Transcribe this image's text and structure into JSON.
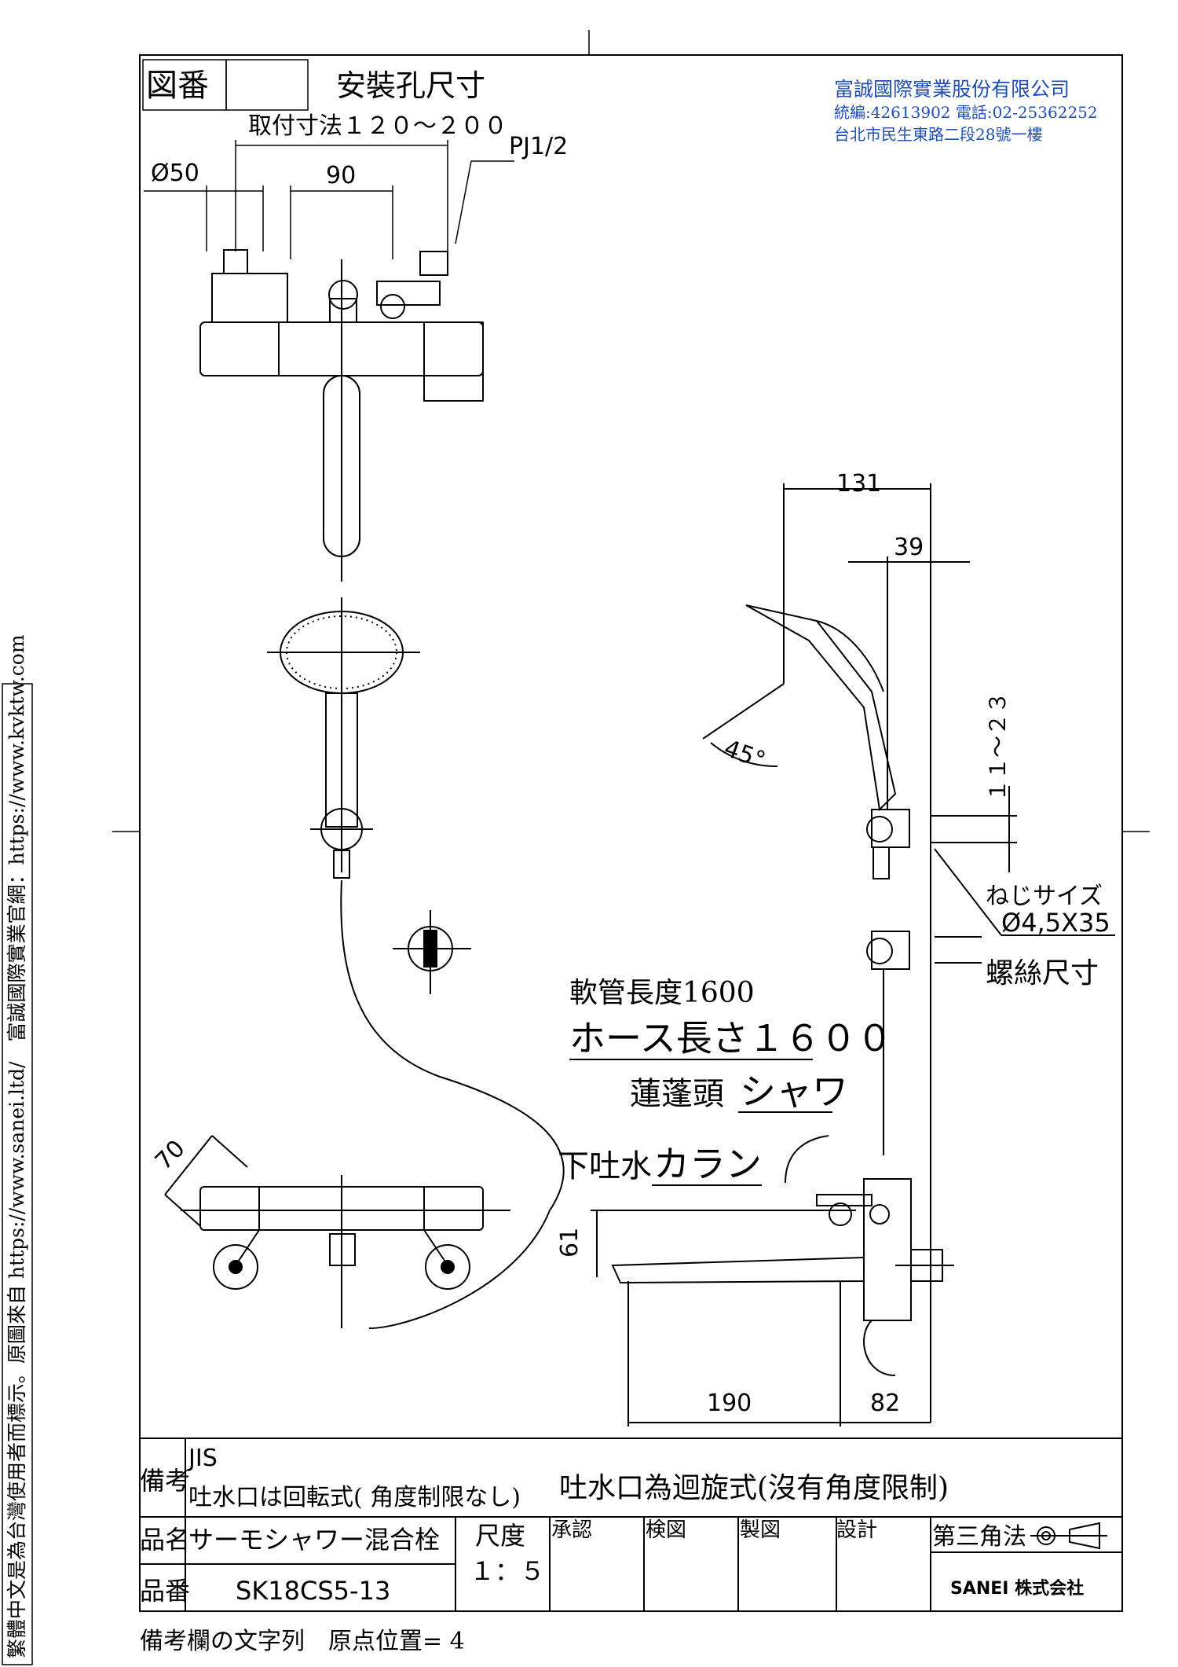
{
  "header": {
    "zuban_label": "図番",
    "title": "安裝孔尺寸",
    "company_name": "富誠國際實業股份有限公司",
    "company_line2": "統編:42613902 電話:02-25362252",
    "company_line3": "台北市民生東路二段28號一樓"
  },
  "dimensions": {
    "mount_range": "取付寸法１２０～２００",
    "pj": "PJ1/2",
    "phi50": "Ø50",
    "d90": "90",
    "d131": "131",
    "d39": "39",
    "angle45": "45°",
    "d11_23": "１１～２３",
    "screw_size_label": "ねじサイズ",
    "screw_size_value": "Ø4,5X35",
    "screw_size_cn": "螺絲尺寸",
    "d70": "70",
    "d61": "61",
    "d190": "190",
    "d82": "82"
  },
  "annotations": {
    "hose_cn": "軟管長度1600",
    "hose_jp": "ホース長さ１６００",
    "shower_cn": "蓮蓬頭",
    "shower_jp": "シャワ",
    "faucet_cn": "下吐水",
    "faucet_jp": "カラン"
  },
  "title_block": {
    "remarks_label": "備考",
    "remarks_line1": "JIS",
    "remarks_line2_jp": "吐水口は回転式( 角度制限なし)",
    "remarks_line2_cn": "吐水口為迴旋式(沒有角度限制)",
    "product_name_label": "品名",
    "product_name": "サーモシャワー混合栓",
    "product_no_label": "品番",
    "product_no": "SK18CS5-13",
    "scale_label": "尺度",
    "scale_value": "１：５",
    "approve_label": "承認",
    "check_label": "検図",
    "draw_label": "製図",
    "design_label": "設計",
    "projection_label": "第三角法",
    "maker": "SANEI 株式会社",
    "footer": "備考欄の文字列　原点位置= 4"
  },
  "side_note": "繁體中文是為台灣使用者而標示。原圖來自 https://www.sanei.ltd/　富誠國際實業官網：https://www.kvktw.com"
}
